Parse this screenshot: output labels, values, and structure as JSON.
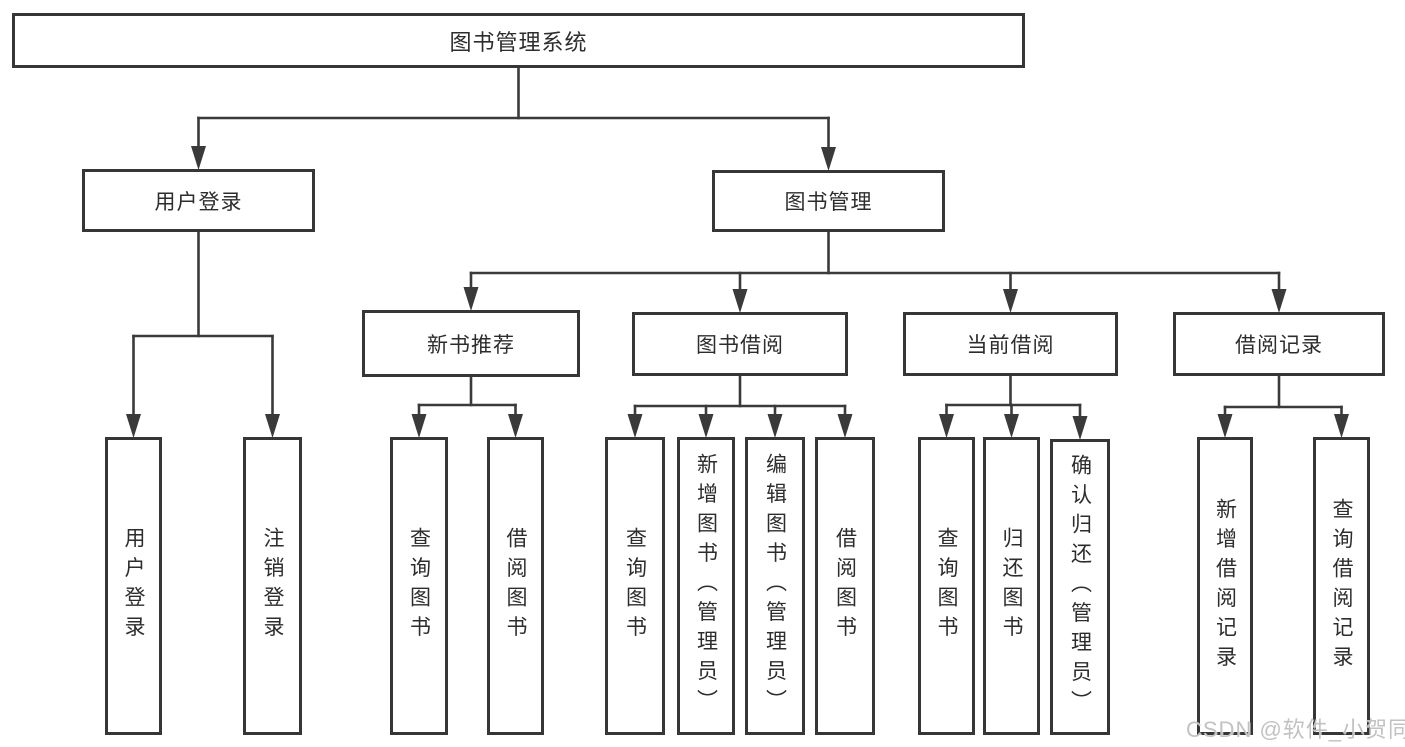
{
  "colors": {
    "background": "#ffffff",
    "line": "#3a3a3a",
    "box_border": "#363636",
    "text": "#2d2d2d",
    "watermark_text_color": "#c2c2c2"
  },
  "watermark": {
    "text": "CSDN @软件_小贺同学"
  },
  "nodes": [
    {
      "id": "root",
      "label": "图书管理系统"
    },
    {
      "id": "user-login",
      "label": "用户登录"
    },
    {
      "id": "book-mgmt",
      "label": "图书管理"
    },
    {
      "id": "login",
      "label": "用户登录"
    },
    {
      "id": "logout",
      "label": "注销登录"
    },
    {
      "id": "new-book-rec",
      "label": "新书推荐"
    },
    {
      "id": "book-borrow",
      "label": "图书借阅"
    },
    {
      "id": "current-borrow",
      "label": "当前借阅"
    },
    {
      "id": "borrow-records",
      "label": "借阅记录"
    },
    {
      "id": "nbr-query",
      "label": "查询图书"
    },
    {
      "id": "nbr-borrow",
      "label": "借阅图书"
    },
    {
      "id": "bb-query",
      "label": "查询图书"
    },
    {
      "id": "bb-add",
      "label": "新增图书（管理员）"
    },
    {
      "id": "bb-edit",
      "label": "编辑图书（管理员）"
    },
    {
      "id": "bb-borrow",
      "label": "借阅图书"
    },
    {
      "id": "cb-query",
      "label": "查询图书"
    },
    {
      "id": "cb-return",
      "label": "归还图书"
    },
    {
      "id": "cb-confirm",
      "label": "确认归还（管理员）"
    },
    {
      "id": "br-add",
      "label": "新增借阅记录"
    },
    {
      "id": "br-query",
      "label": "查询借阅记录"
    }
  ],
  "hierarchy": [
    {
      "parent": "root",
      "children": [
        "user-login",
        "book-mgmt"
      ]
    },
    {
      "parent": "user-login",
      "children": [
        "login",
        "logout"
      ]
    },
    {
      "parent": "book-mgmt",
      "children": [
        "new-book-rec",
        "book-borrow",
        "current-borrow",
        "borrow-records"
      ]
    },
    {
      "parent": "new-book-rec",
      "children": [
        "nbr-query",
        "nbr-borrow"
      ]
    },
    {
      "parent": "book-borrow",
      "children": [
        "bb-query",
        "bb-add",
        "bb-edit",
        "bb-borrow"
      ]
    },
    {
      "parent": "current-borrow",
      "children": [
        "cb-query",
        "cb-return",
        "cb-confirm"
      ]
    },
    {
      "parent": "borrow-records",
      "children": [
        "br-add",
        "br-query"
      ]
    }
  ]
}
